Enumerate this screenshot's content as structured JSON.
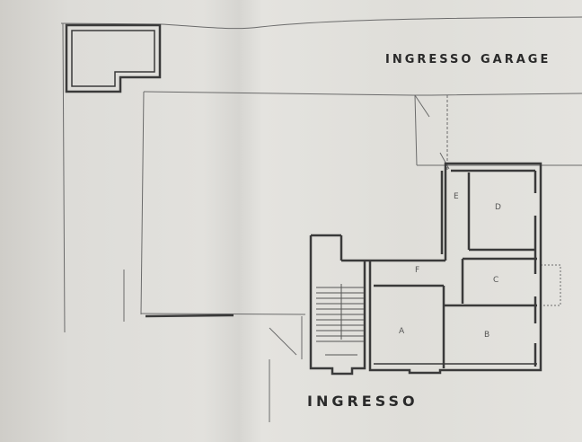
{
  "labels": {
    "garage_entrance": "INGRESSO GARAGE",
    "main_entrance": "INGRESSO"
  },
  "rooms": [
    {
      "id": "A",
      "label": "A"
    },
    {
      "id": "B",
      "label": "B"
    },
    {
      "id": "C",
      "label": "C"
    },
    {
      "id": "D",
      "label": "D"
    },
    {
      "id": "E",
      "label": "E"
    },
    {
      "id": "F",
      "label": "F"
    }
  ],
  "colors": {
    "paper": "#dfded9",
    "wall": "#3a3a3a",
    "thin_line": "#6b6b6b",
    "text": "#2a2a2a"
  }
}
